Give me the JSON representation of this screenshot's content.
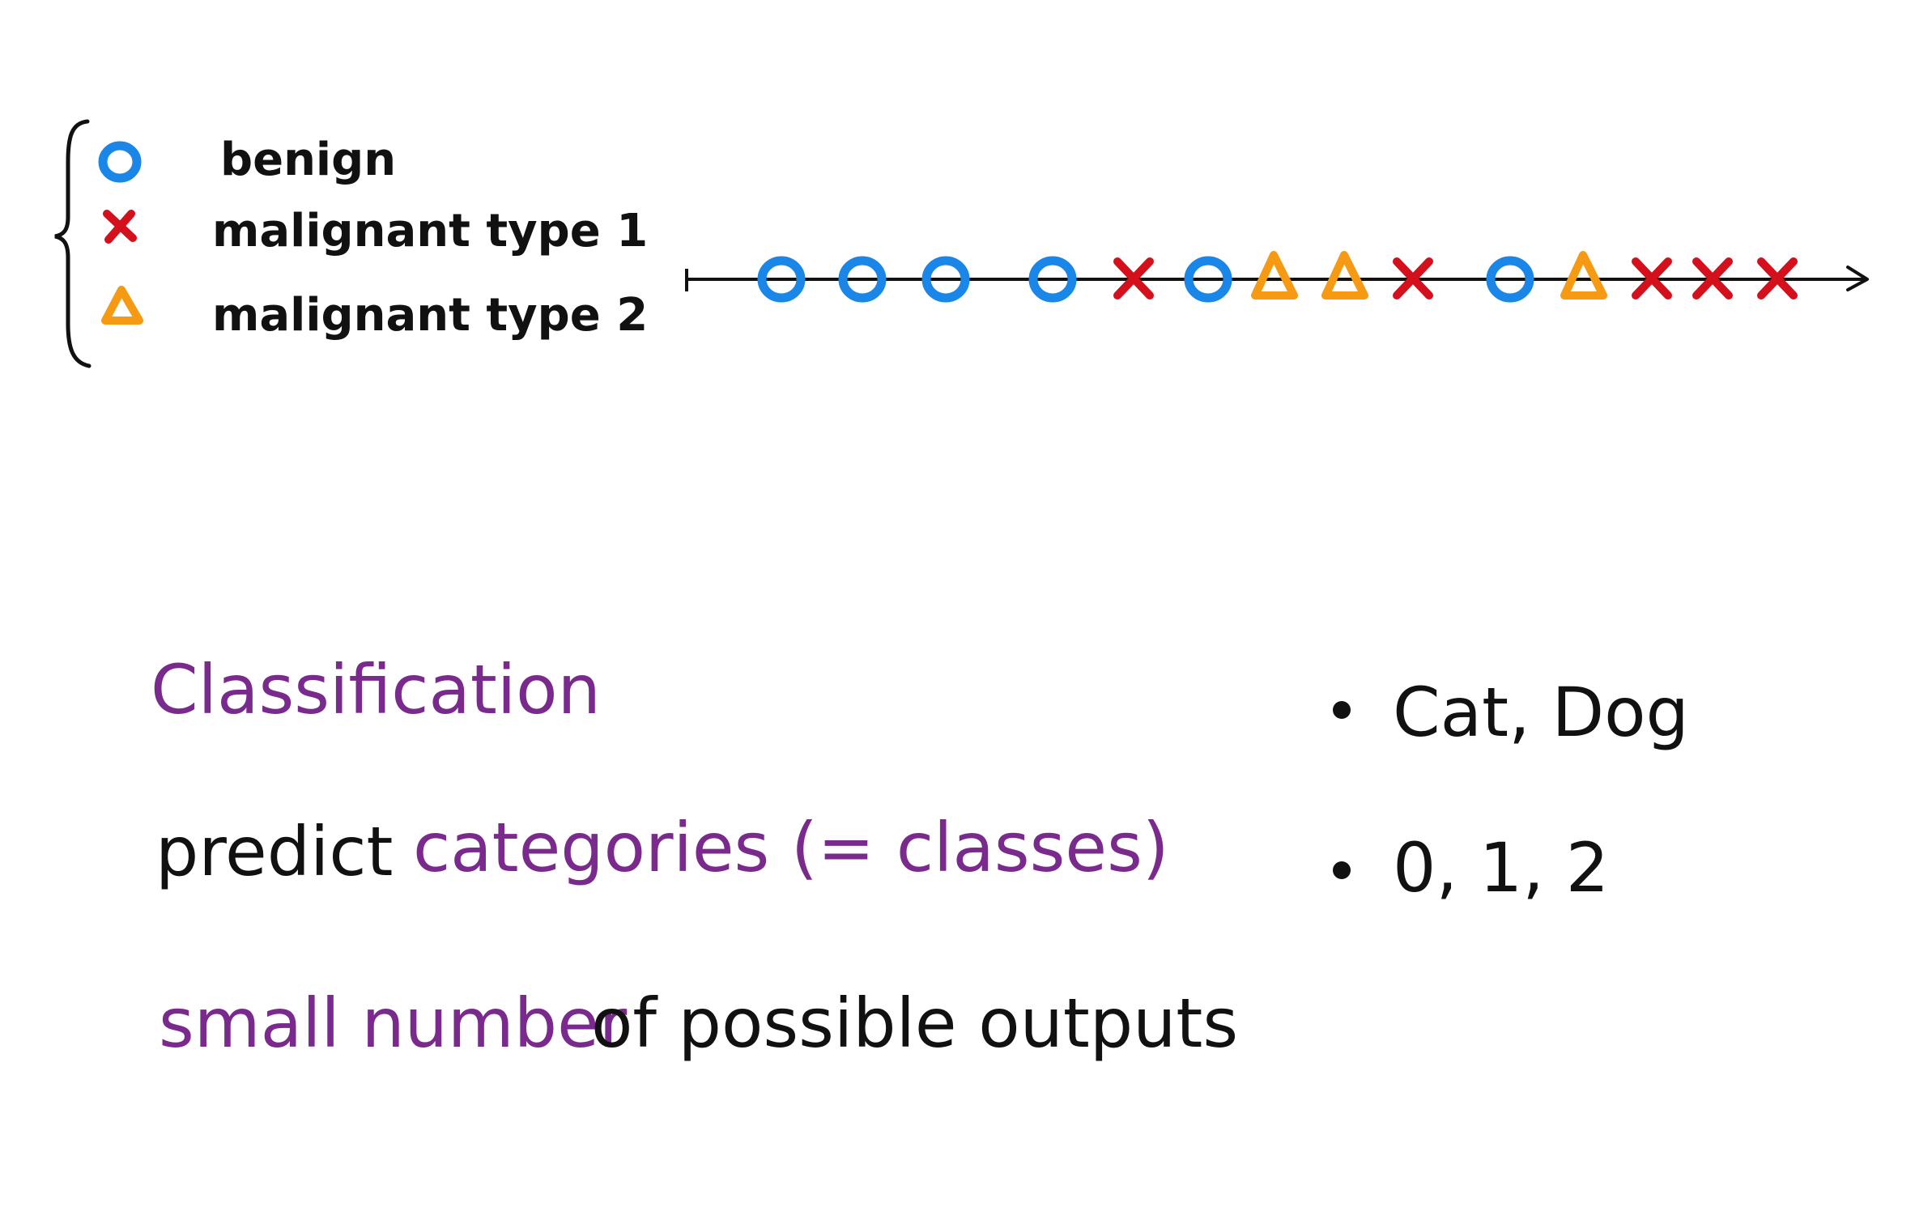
{
  "legend": {
    "items": [
      {
        "marker": "circle",
        "color": "#1a86e8",
        "label": "benign"
      },
      {
        "marker": "cross",
        "color": "#d4101c",
        "label": "malignant type 1"
      },
      {
        "marker": "triangle",
        "color": "#f59a12",
        "label": "malignant type 2"
      }
    ]
  },
  "number_line": {
    "markers": [
      "circle",
      "circle",
      "circle",
      "circle",
      "cross",
      "circle",
      "triangle",
      "triangle",
      "cross",
      "circle",
      "triangle",
      "cross",
      "cross",
      "cross"
    ]
  },
  "notes": {
    "classification": "Classification",
    "predict_word": "predict",
    "categories_phrase": "categories (= classes)",
    "small_number": "small number",
    "of_possible_outputs": "of possible outputs"
  },
  "examples": {
    "items": [
      "Cat, Dog",
      "0, 1, 2"
    ]
  },
  "colors": {
    "benign": "#1a86e8",
    "malignant_type_1": "#d4101c",
    "malignant_type_2": "#f59a12",
    "highlight_text": "#7a2a8c",
    "ink": "#111111"
  }
}
